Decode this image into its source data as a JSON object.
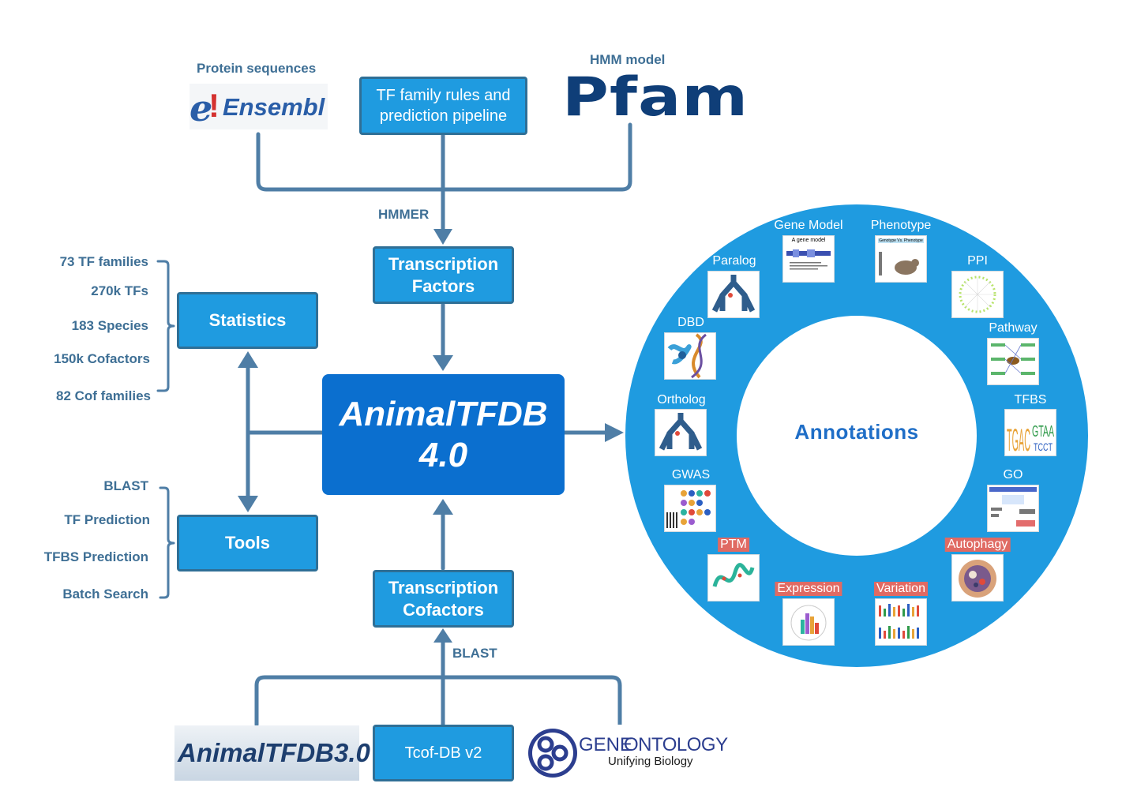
{
  "title": "AnimalTFDB",
  "version": "4.0",
  "sources_top": {
    "ensembl_label": "Protein sequences",
    "ensembl_logo": "Ensembl",
    "pfam_label": "HMM model",
    "pfam_logo": "Pfam",
    "rules_box": [
      "TF family rules and",
      "prediction pipeline"
    ]
  },
  "edges": {
    "hmmer": "HMMER",
    "blast": "BLAST"
  },
  "tf_box": [
    "Transcription",
    "Factors"
  ],
  "cof_box": [
    "Transcription",
    "Cofactors"
  ],
  "statistics": {
    "label": "Statistics",
    "items": [
      "73 TF families",
      "270k TFs",
      "183 Species",
      "150k Cofactors",
      "82 Cof families"
    ]
  },
  "tools": {
    "label": "Tools",
    "items": [
      "BLAST",
      "TF Prediction",
      "TFBS Prediction",
      "Batch Search"
    ]
  },
  "sources_bottom": {
    "animaltfdb3": "AnimalTFDB3.0",
    "tcof": "Tcof-DB v2",
    "geneontology_main_a": "GENE",
    "geneontology_main_b": "ONTOLOGY",
    "geneontology_sub": "Unifying Biology"
  },
  "annotations": {
    "center": "Annotations",
    "items": [
      {
        "name": "Gene Model",
        "new": false
      },
      {
        "name": "Phenotype",
        "new": false
      },
      {
        "name": "PPI",
        "new": false
      },
      {
        "name": "Pathway",
        "new": false
      },
      {
        "name": "TFBS",
        "new": false
      },
      {
        "name": "GO",
        "new": false
      },
      {
        "name": "Autophagy",
        "new": true
      },
      {
        "name": "Variation",
        "new": true
      },
      {
        "name": "Expression",
        "new": true
      },
      {
        "name": "PTM",
        "new": true
      },
      {
        "name": "GWAS",
        "new": false
      },
      {
        "name": "Ortholog",
        "new": false
      },
      {
        "name": "DBD",
        "new": false
      },
      {
        "name": "Paralog",
        "new": false
      }
    ],
    "thumb_texts": {
      "gene_model_title": "A gene model",
      "phenotype_title": "Genotype Vs. Phenotype",
      "tfbs_logo": "TGAC GTAA TCCT"
    }
  },
  "colors": {
    "box_fill": "#1f9be0",
    "box_border": "#2f6f96",
    "main_fill": "#0b6fcf",
    "ring": "#1f9be0",
    "connector": "#4f7ea6",
    "label": "#3e6f95",
    "new_badge": "#e06a63"
  }
}
